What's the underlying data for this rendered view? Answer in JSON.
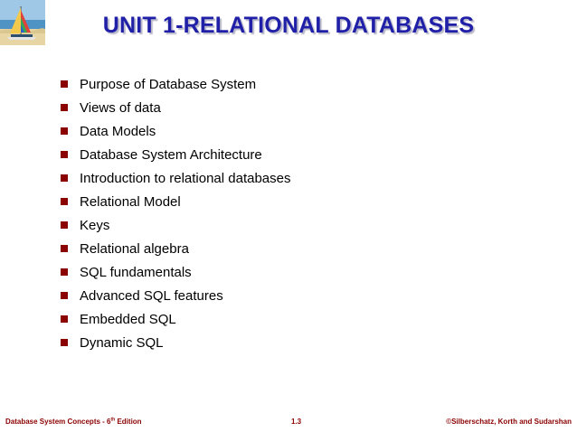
{
  "slide": {
    "title": "UNIT 1-RELATIONAL DATABASES",
    "bullets": [
      "Purpose of Database System",
      "Views of data",
      "Data Models",
      "Database System Architecture",
      "Introduction to relational databases",
      "Relational Model",
      "Keys",
      "Relational algebra",
      "SQL fundamentals",
      "Advanced SQL features",
      "Embedded SQL",
      "Dynamic SQL"
    ]
  },
  "footer": {
    "left_prefix": "Database System Concepts - 6",
    "left_sup": "th",
    "left_suffix": " Edition",
    "page": "1.3",
    "right": "©Silberschatz, Korth and Sudarshan"
  },
  "logo": {
    "icon": "sailboat-beach-icon"
  },
  "colors": {
    "title": "#1f1fa8",
    "bullet": "#8b0000",
    "footer": "#8b0000"
  }
}
